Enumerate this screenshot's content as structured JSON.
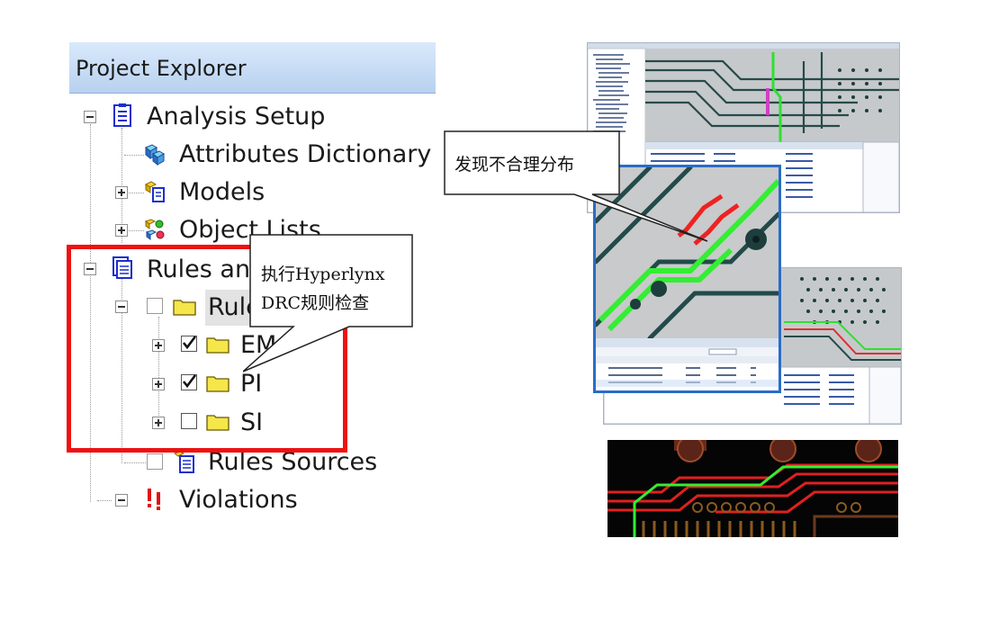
{
  "explorer": {
    "title": "Project Explorer",
    "items": {
      "analysis_setup": "Analysis Setup",
      "attributes_dictionary": "Attributes Dictionary",
      "models": "Models",
      "object_lists": "Object Lists",
      "rules_and": "Rules and",
      "rules_folder": "Rule",
      "emi": "EM",
      "pi": "PI",
      "si": "SI",
      "rules_sources": "Rules Sources",
      "violations": "Violations"
    }
  },
  "callouts": {
    "drc_line1": "执行Hyperlynx",
    "drc_line2": "DRC规则检查",
    "found": "发现不合理分布"
  },
  "colors": {
    "highlight_box": "#ee1111",
    "header_blue": "#c6dcf5",
    "trace_green": "#33ee33",
    "trace_red": "#ee2222",
    "pcb_gray": "#c8cacb",
    "pcb_trace": "#234a4a"
  }
}
